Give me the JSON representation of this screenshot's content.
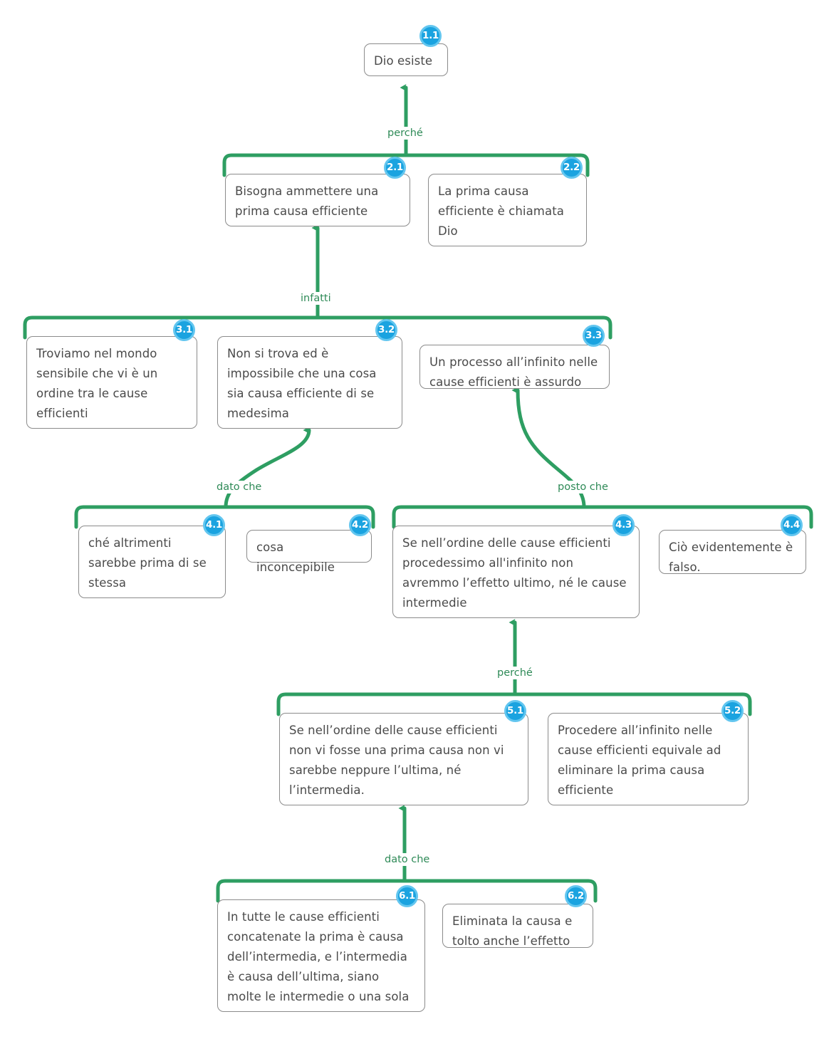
{
  "diagram": {
    "title": "Mappa argomentativa - Dio esiste",
    "accent_green": "#2e9e62",
    "badge_fill": "#1aa3e0",
    "badge_ring": "#63c6ef",
    "box_border": "#8b8b8b",
    "text_color": "#4a4a4a"
  },
  "nodes": [
    {
      "id": "1.1",
      "text": "Dio esiste"
    },
    {
      "id": "2.1",
      "text": "Bisogna ammettere una prima causa efficiente"
    },
    {
      "id": "2.2",
      "text": "La prima causa efficiente è chiamata Dio"
    },
    {
      "id": "3.1",
      "text": "Troviamo nel mondo sensibile che vi è un ordine tra le cause efficienti"
    },
    {
      "id": "3.2",
      "text": "Non si trova ed è impossibile che una cosa sia causa efficiente di se medesima"
    },
    {
      "id": "3.3",
      "text": "Un processo all’infinito nelle cause efficienti è assurdo"
    },
    {
      "id": "4.1",
      "text": "ché altrimenti sarebbe prima di se stessa"
    },
    {
      "id": "4.2",
      "text": "cosa inconcepibile"
    },
    {
      "id": "4.3",
      "text": "Se nell’ordine delle cause efficienti procedessimo all'infinito non avremmo l’effetto ultimo, né le cause intermedie"
    },
    {
      "id": "4.4",
      "text": "Ciò evidentemente è falso."
    },
    {
      "id": "5.1",
      "text": "Se nell’ordine delle cause efficienti non vi fosse una prima causa non vi sarebbe neppure l’ultima, né l’intermedia."
    },
    {
      "id": "5.2",
      "text": "Procedere all’infinito nelle cause efficienti equivale ad eliminare la prima causa efficiente"
    },
    {
      "id": "6.1",
      "text": "In tutte le cause efficienti concatenate la prima è causa dell’intermedia, e l’intermedia è causa dell’ultima, siano molte le intermedie o una sola"
    },
    {
      "id": "6.2",
      "text": "Eliminata la causa e tolto anche l’effetto"
    }
  ],
  "connectors": [
    {
      "label": "perché",
      "from": "group-2",
      "to": "1.1"
    },
    {
      "label": "infatti",
      "from": "group-3",
      "to": "2.1"
    },
    {
      "label": "dato che",
      "from": "group-4a",
      "to": "3.2"
    },
    {
      "label": "posto che",
      "from": "group-4b",
      "to": "3.3"
    },
    {
      "label": "perché",
      "from": "group-5",
      "to": "4.3"
    },
    {
      "label": "dato che",
      "from": "group-6",
      "to": "5.1"
    }
  ]
}
